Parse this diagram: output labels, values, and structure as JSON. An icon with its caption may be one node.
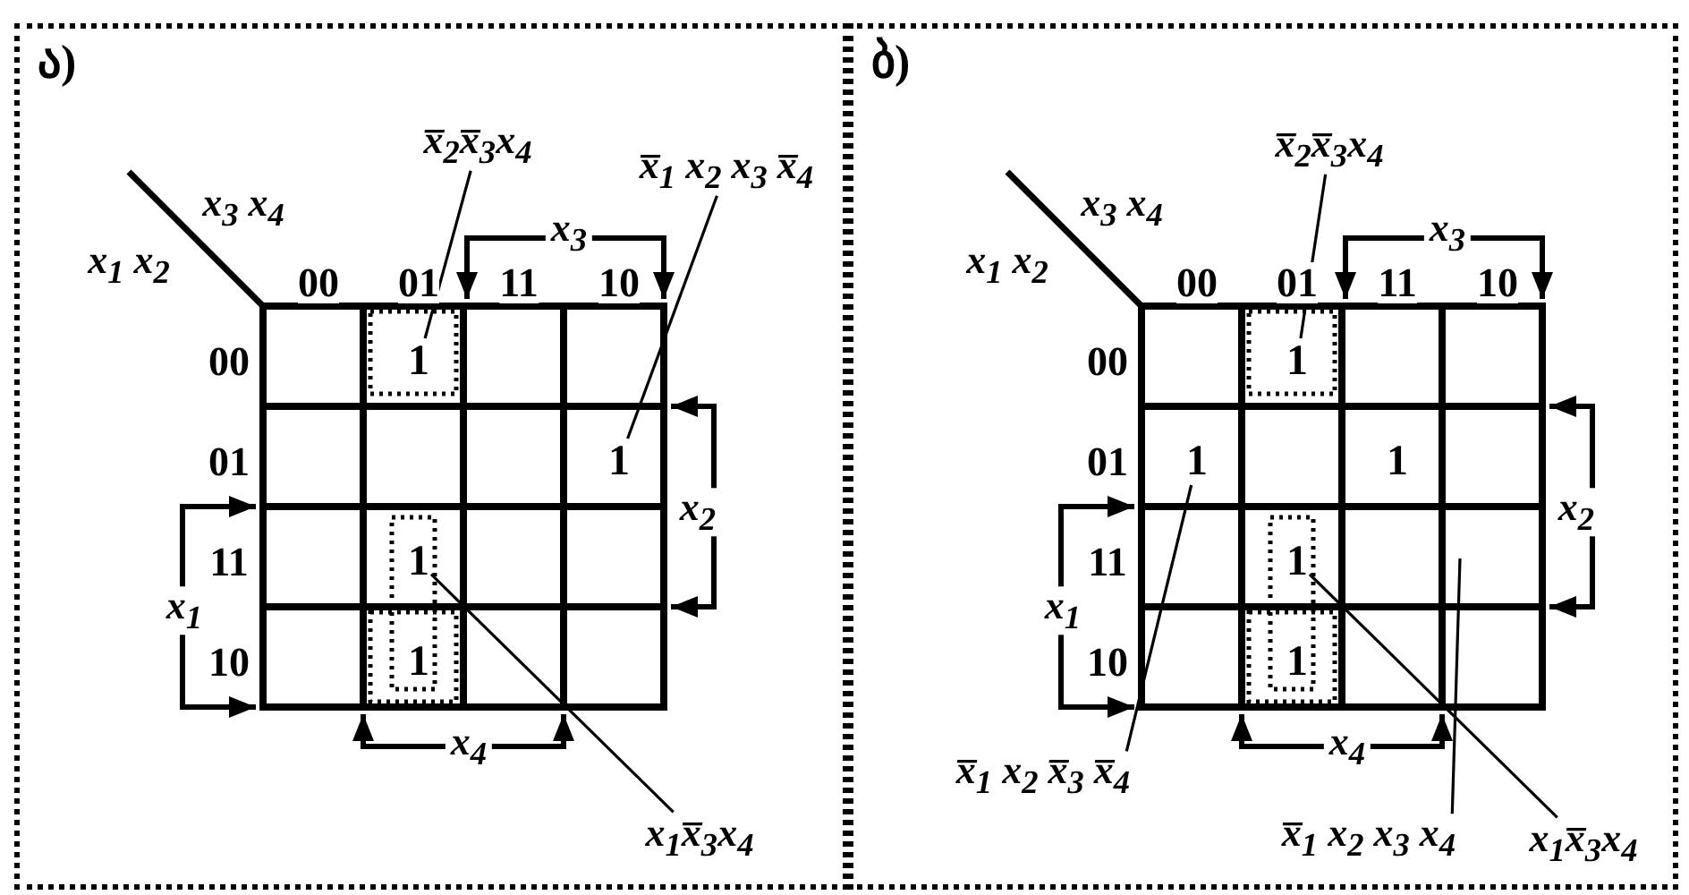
{
  "diagram": {
    "nodes": [
      {
        "text": [
          "ა)"
        ]
      },
      {
        "text": [
          "x̅$_{2}$x̅$_{3}$x$_{4}$"
        ],
        "in": 0
      },
      {
        "text": [
          "x̅$_{1}$ x$_{2}$ x$_{3}$ x̅$_{4}$"
        ],
        "in": 0
      },
      {
        "text": [
          "1"
        ],
        "in": 0
      },
      {
        "text": [
          "1"
        ],
        "in": 0
      },
      {
        "text": [
          "1"
        ],
        "in": 0
      },
      {
        "text": [
          "1"
        ],
        "in": 0
      },
      {
        "text": [
          "x$_{1}$x̅$_{3}$x$_{4}$"
        ],
        "in": 0
      },
      {
        "text": [
          "ბ)"
        ]
      },
      {
        "text": [
          "x̅$_{2}$x̅$_{3}$x$_{4}$"
        ],
        "in": 8
      },
      {
        "text": [
          "1"
        ],
        "in": 8
      },
      {
        "text": [
          "1"
        ],
        "in": 8
      },
      {
        "text": [
          "1"
        ],
        "in": 8
      },
      {
        "text": [
          "1"
        ],
        "in": 8
      },
      {
        "text": [
          "1"
        ],
        "in": 8
      },
      {
        "text": [
          "x̅$_{1}$ x$_{2}$ x̅$_{3}$ x̅$_{4}$"
        ],
        "in": 8
      },
      {
        "text": [
          "x̅$_{1}$ x$_{2}$ x$_{3}$ x$_{4}$"
        ],
        "in": 8
      },
      {
        "text": [
          "x$_{1}$x̅$_{3}$x$_{4}$"
        ],
        "in": 8
      }
    ],
    "edges": [
      {
        "from": 1,
        "to": 3,
        "arrow": "none"
      },
      {
        "from": 2,
        "to": 4,
        "arrow": "none"
      },
      {
        "from": 7,
        "to": 5,
        "arrow": "none"
      },
      {
        "from": 9,
        "to": 10,
        "arrow": "none"
      },
      {
        "from": 15,
        "to": 11,
        "arrow": "none"
      },
      {
        "from": 16,
        "to": null,
        "arrow": "none"
      },
      {
        "from": 17,
        "to": 13,
        "arrow": "none"
      }
    ],
    "labels": [
      "x$_{3}$ x$_{4}$",
      "x$_{1}$ x$_{2}$",
      "00",
      "01",
      "11",
      "10",
      "x$_{3}$",
      "00",
      "01",
      "11",
      "10",
      "x$_{2}$",
      "x$_{1}$",
      "x$_{4}$",
      "x$_{3}$ x$_{4}$",
      "x$_{1}$ x$_{2}$",
      "00",
      "01",
      "11",
      "10",
      "x$_{3}$",
      "00",
      "01",
      "11",
      "10",
      "x$_{2}$",
      "x$_{1}$",
      "x$_{4}$"
    ]
  }
}
